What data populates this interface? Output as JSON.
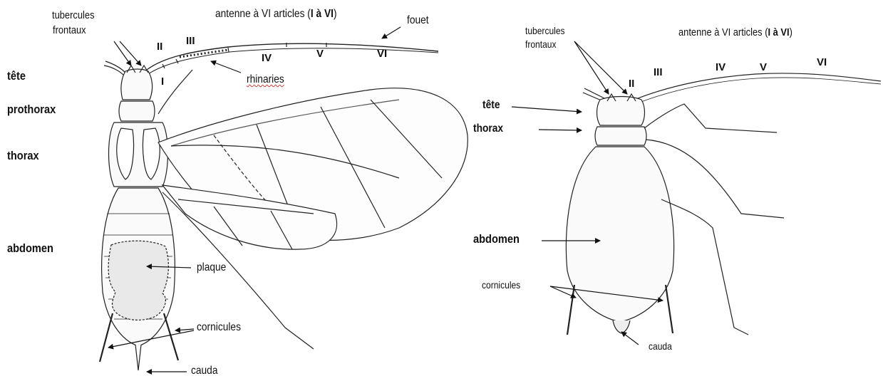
{
  "left_figure": {
    "tubercules_line1": "tubercules",
    "tubercules_line2": "frontaux",
    "antenne_prefix": "antenne à VI articles (",
    "antenne_bold": "I à VI",
    "antenne_suffix": ")",
    "fouet": "fouet",
    "article_II": "II",
    "article_III": "III",
    "article_I": "I",
    "article_IV": "IV",
    "article_V": "V",
    "article_VI": "VI",
    "rhinaries": "rhinaries",
    "tete": "tête",
    "prothorax": "prothorax",
    "thorax": "thorax",
    "abdomen": "abdomen",
    "plaque": "plaque",
    "cornicules": "cornicules",
    "cauda": "cauda"
  },
  "right_figure": {
    "tubercules_line1": "tubercules",
    "tubercules_line2": "frontaux",
    "antenne_prefix": "antenne à VI articles (",
    "antenne_bold": "I à VI",
    "antenne_suffix": ")",
    "article_II": "II",
    "article_III": "III",
    "article_IV": "IV",
    "article_V": "V",
    "article_VI": "VI",
    "tete": "tête",
    "thorax": "thorax",
    "abdomen": "abdomen",
    "cornicules": "cornicules",
    "cauda": "cauda"
  }
}
